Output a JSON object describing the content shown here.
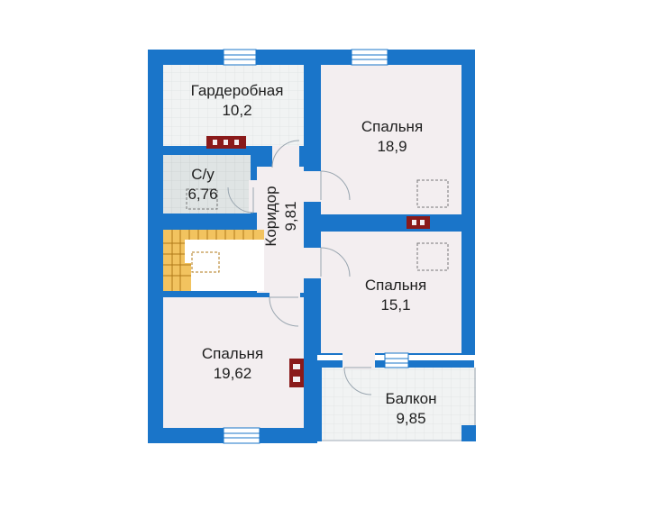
{
  "rooms": {
    "wardrobe": {
      "name": "Гардеробная",
      "area": "10,2"
    },
    "bathroom": {
      "name": "С/у",
      "area": "6,76"
    },
    "corridor": {
      "name": "Коридор",
      "area": "9,81"
    },
    "bedroom_top": {
      "name": "Спальня",
      "area": "18,9"
    },
    "bedroom_mid": {
      "name": "Спальня",
      "area": "15,1"
    },
    "bedroom_bottom": {
      "name": "Спальня",
      "area": "19,62"
    },
    "balcony": {
      "name": "Балкон",
      "area": "9,85"
    }
  },
  "colors": {
    "wall": "#1a75c9",
    "room_fill": "#f3eef0",
    "tile_fill": "#eef0f0",
    "bath_fill": "#dde2e2",
    "stair_fill": "#f2c35f",
    "chimney": "#8a1a1a",
    "window": "#ffffff",
    "door_line": "#9aa6b0"
  }
}
